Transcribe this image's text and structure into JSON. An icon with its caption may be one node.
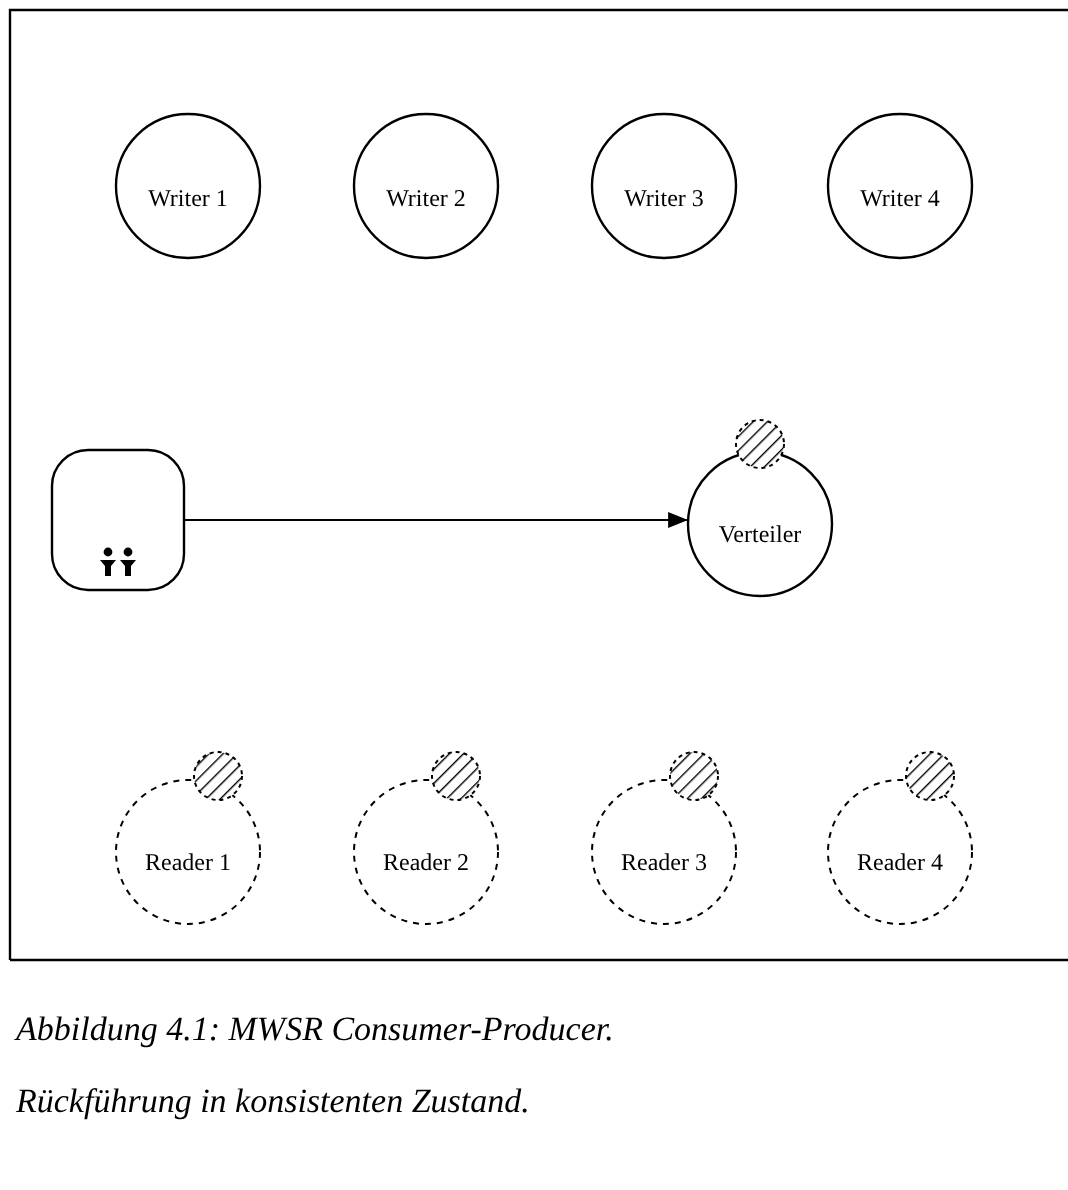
{
  "diagram": {
    "caption": "Abbildung 4.1: MWSR Consumer-Producer. Rückführung in konsistenten Zustand.",
    "nodes": [
      {
        "text": [
          "Writer 1"
        ]
      },
      {
        "text": [
          "Writer 2"
        ]
      },
      {
        "text": [
          "Writer 3"
        ]
      },
      {
        "text": [
          "Writer 4"
        ]
      },
      {
        "text": [],
        "shape": "box"
      },
      {
        "text": [
          "Verteiler"
        ]
      },
      {
        "text": [
          "Reader 1"
        ]
      },
      {
        "text": [
          "Reader 2"
        ]
      },
      {
        "text": [
          "Reader 3"
        ]
      },
      {
        "text": [
          "Reader 4"
        ]
      }
    ],
    "edges": [
      {
        "from": 4,
        "to": 5,
        "arrow": "to"
      }
    ]
  }
}
